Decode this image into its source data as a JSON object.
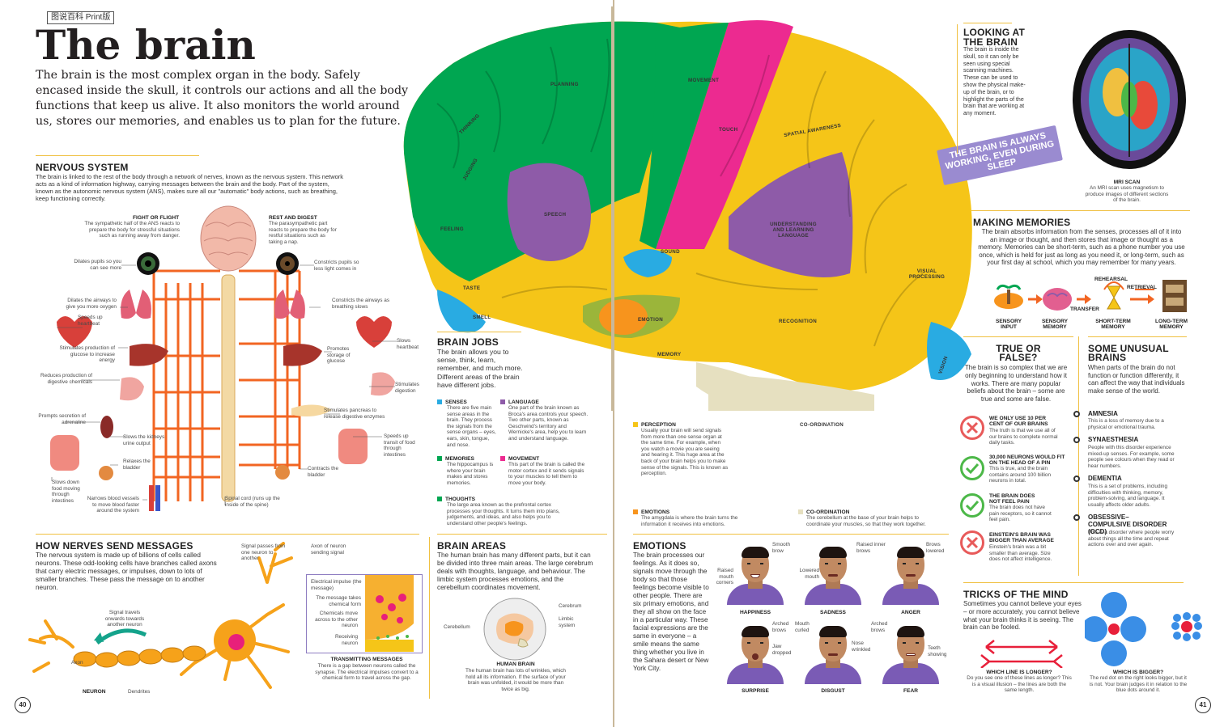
{
  "badge": "图说百科 Print版",
  "title": "The brain",
  "intro": "The brain is the most complex organ in the body. Safely encased inside the skull, it controls our actions and all the body functions that keep us alive. It also monitors the world around us, stores our memories, and enables us to plan for the future.",
  "nervous": {
    "heading": "NERVOUS SYSTEM",
    "text": "The brain is linked to the rest of the body through a network of nerves, known as the nervous system. This network acts as a kind of information highway, carrying messages between the brain and the body. Part of the system, known as the autonomic nervous system (ANS), makes sure all our \"automatic\" body actions, such as breathing, keep functioning correctly.",
    "fight_title": "FIGHT OR FLIGHT",
    "fight_text": "The sympathetic half of the ANS reacts to prepare the body for stressful situations such as running away from danger.",
    "rest_title": "REST AND DIGEST",
    "rest_text": "The parasympathetic part reacts to prepare the body for restful situations such as taking a nap.",
    "left_labels": [
      "Dilates pupils so you can see more",
      "Dilates the airways to give you more oxygen",
      "Speeds up heartbeat",
      "Stimulates production of glucose to increase energy",
      "Reduces production of digestive chemicals",
      "Prompts secretion of adrenaline",
      "Slows the kidneys urine output",
      "Relaxes the bladder",
      "Slows down food moving through intestines",
      "Narrows blood vessels to move blood faster around the system"
    ],
    "right_labels": [
      "Constricts pupils so less light comes in",
      "Constricts the airways as breathing slows",
      "Slows heartbeat",
      "Promotes storage of glucose",
      "Stimulates digestion",
      "Stimulates pancreas to release digestive enzymes",
      "Speeds up transit of food through intestines",
      "Contracts the bladder",
      "Spinal cord (runs up the inside of the spine)"
    ]
  },
  "messages": {
    "heading": "HOW NERVES SEND MESSAGES",
    "text": "The nervous system is made up of billions of cells called neurons. These odd-looking cells have branches called axons that carry electric messages, or impulses, down to lots of smaller branches. These pass the message on to another neuron.",
    "labels": {
      "signal_passes": "Signal passes from one neuron to another",
      "axon_sending": "Axon of neuron sending signal",
      "signal_travels": "Signal travels onwards towards another neuron",
      "axon": "Axon",
      "neuron": "NEURON",
      "dendrites": "Dendrites",
      "electrical": "Electrical impulse (the message)",
      "message_takes": "The message takes chemical form",
      "chemicals_move": "Chemicals move across to the other neuron",
      "receiving": "Receiving neuron"
    },
    "trans_title": "TRANSMITTING MESSAGES",
    "trans_text": "There is a gap between neurons called the synapse. The electrical impulses convert to a chemical form to travel across the gap."
  },
  "brain_regions": [
    "PLANNING",
    "MOVEMENT",
    "TOUCH",
    "SPATIAL AWARENESS",
    "THINKING",
    "JUDGING",
    "SPEECH",
    "FEELING",
    "TASTE",
    "SMELL",
    "SOUND",
    "UNDERSTANDING AND LEARNING LANGUAGE",
    "VISUAL PROCESSING",
    "EMOTION",
    "RECOGNITION",
    "MEMORY",
    "VISION",
    "CO-ORDINATION"
  ],
  "always_working": "THE BRAIN IS ALWAYS WORKING, EVEN DURING SLEEP",
  "jobs": {
    "heading": "BRAIN JOBS",
    "text": "The brain allows you to sense, think, learn, remember, and much more. Different areas of the brain have different jobs.",
    "items": [
      {
        "title": "SENSES",
        "color": "#29abe2",
        "text": "There are five main sense areas in the brain. They process the signals from the sense organs – eyes, ears, skin, tongue, and nose."
      },
      {
        "title": "LANGUAGE",
        "color": "#8e5ba8",
        "text": "One part of the brain known as Broca's area controls your speech. Two other parts, known as Geschwind's territory and Wernicke's area, help you to learn and understand language."
      },
      {
        "title": "MEMORIES",
        "color": "#00a651",
        "text": "The hippocampus is where your brain makes and stores memories."
      },
      {
        "title": "MOVEMENT",
        "color": "#ec2a90",
        "text": "This part of the brain is called the motor cortex and it sends signals to your muscles to tell them to move your body."
      },
      {
        "title": "THOUGHTS",
        "color": "#00a651",
        "text": "The large area known as the prefrontal cortex processes your thoughts. It turns them into plans, judgements, and ideas, and also helps you to understand other people's feelings."
      },
      {
        "title": "PERCEPTION",
        "color": "#f5c518",
        "text": "Usually your brain will send signals from more than one sense organ at the same time. For example, when you watch a movie you are seeing and hearing it. This huge area at the back of your brain helps you to make sense of the signals. This is known as perception."
      },
      {
        "title": "EMOTIONS",
        "color": "#f7941d",
        "text": "The amygdala is where the brain turns the information it receives into emotions."
      },
      {
        "title": "CO-ORDINATION",
        "color": "#e6e0c0",
        "text": "The cerebellum at the base of your brain helps to coordinate your muscles, so that they work together."
      }
    ]
  },
  "areas": {
    "heading": "BRAIN AREAS",
    "text": "The human brain has many different parts, but it can be divided into three main areas. The large cerebrum deals with thoughts, language, and behaviour. The limbic system processes emotions, and the cerebellum coordinates movement.",
    "labels": [
      "Cerebrum",
      "Limbic system",
      "Cerebellum"
    ],
    "caption_title": "HUMAN BRAIN",
    "caption_text": "The human brain has lots of wrinkles, which hold all its information. If the surface of your brain was unfolded, it would be more than twice as big."
  },
  "emotions": {
    "heading": "EMOTIONS",
    "text": "The brain processes our feelings. As it does so, signals move through the body so that those feelings become visible to other people. There are six primary emotions, and they all show on the face in a particular way. These facial expressions are the same in everyone – a smile means the same thing whether you live in the Sahara desert or New York City.",
    "faces": [
      "HAPPINESS",
      "SADNESS",
      "ANGER",
      "SURPRISE",
      "DISGUST",
      "FEAR"
    ],
    "notes": [
      "Smooth brow",
      "Raised mouth corners",
      "Raised inner brows",
      "Lowered mouth",
      "Brows lowered",
      "Arched brows",
      "Mouth curled",
      "Jaw dropped",
      "Nose wrinkled",
      "Arched brows",
      "Teeth showing"
    ]
  },
  "looking": {
    "heading": "LOOKING AT THE BRAIN",
    "text": "The brain is inside the skull, so it can only be seen using special scanning machines. These can be used to show the physical make-up of the brain, or to highlight the parts of the brain that are working at any moment.",
    "mri_title": "MRI SCAN",
    "mri_text": "An MRI scan uses magnetism to produce images of different sections of the brain."
  },
  "memories": {
    "heading": "MAKING MEMORIES",
    "text": "The brain absorbs information from the senses, processes all of it into an image or thought, and then stores that image or thought as a memory. Memories can be short-term, such as a phone number you use once, which is held for just as long as you need it, or long-term, such as your first day at school, which you may remember for many years.",
    "steps": [
      "SENSORY INPUT",
      "SENSORY MEMORY",
      "SHORT-TERM MEMORY",
      "LONG-TERM MEMORY"
    ],
    "arrows": [
      "REHEARSAL",
      "TRANSFER",
      "RETRIEVAL"
    ]
  },
  "truefalse": {
    "heading": "TRUE OR FALSE?",
    "text": "The brain is so complex that we are only beginning to understand how it works. There are many popular beliefs about the brain – some are true and some are false.",
    "items": [
      {
        "title": "WE ONLY USE 10 PER CENT OF OUR BRAINS",
        "text": "The truth is that we use all of our brains to complete normal daily tasks.",
        "verdict": "false"
      },
      {
        "title": "30,000 NEURONS WOULD FIT ON THE HEAD OF A PIN",
        "text": "This is true, and the brain contains around 100 billion neurons in total.",
        "verdict": "true"
      },
      {
        "title": "THE BRAIN DOES NOT FEEL PAIN",
        "text": "The brain does not have pain receptors, so it cannot feel pain.",
        "verdict": "true"
      },
      {
        "title": "EINSTEIN'S BRAIN WAS BIGGER THAN AVERAGE",
        "text": "Einstein's brain was a bit smaller than average. Size does not affect intelligence.",
        "verdict": "false"
      }
    ]
  },
  "unusual": {
    "heading": "SOME UNUSUAL BRAINS",
    "text": "When parts of the brain do not function or function differently, it can affect the way that individuals make sense of the world.",
    "items": [
      {
        "title": "AMNESIA",
        "text": "This is a loss of memory due to a physical or emotional trauma."
      },
      {
        "title": "SYNAESTHESIA",
        "text": "People with this disorder experience mixed-up senses. For example, some people see colours when they read or hear numbers."
      },
      {
        "title": "DEMENTIA",
        "text": "This is a set of problems, including difficulties with thinking, memory, problem-solving, and language. It usually affects older adults."
      },
      {
        "title": "OBSESSIVE–COMPULSIVE DISORDER (OCD)",
        "text": "This is a disorder where people worry about things all the time and repeat actions over and over again."
      }
    ]
  },
  "tricks": {
    "heading": "TRICKS OF THE MIND",
    "text": "Sometimes you cannot believe your eyes – or more accurately, you cannot believe what your brain thinks it is seeing. The brain can be fooled.",
    "line_title": "WHICH LINE IS LONGER?",
    "line_text": "Do you see one of these lines as longer? This is a visual illusion – the lines are both the same length.",
    "dot_title": "WHICH IS BIGGER?",
    "dot_text": "The red dot on the right looks bigger, but it is not. Your brain judges it in relation to the blue dots around it."
  },
  "pages": [
    "40",
    "41"
  ],
  "colors": {
    "rule": "#f0c040",
    "planning": "#00a651",
    "movement": "#ec2a90",
    "touch": "#f5c518",
    "speech": "#8e5ba8",
    "senses": "#29abe2",
    "emotion": "#f7941d",
    "cerebellum": "#e6e0c0",
    "nerve": "#f26522"
  }
}
